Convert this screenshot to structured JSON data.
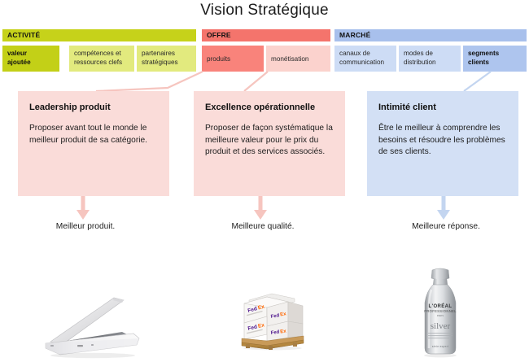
{
  "title": "Vision Stratégique",
  "colors": {
    "activity_header": "#c6d21a",
    "activity_strong": "#c3d017",
    "activity_light": "#e2ea7e",
    "offer_header": "#f4746c",
    "offer_strong": "#f9837b",
    "offer_light": "#fbd2cd",
    "market_header": "#a8c0ec",
    "market_light": "#cddcf5",
    "market_strong": "#aec5ee",
    "box_pink": "#fadcd9",
    "box_blue": "#d3e0f5",
    "arrow_pink": "#f6c5bf",
    "arrow_blue": "#c3d5f0"
  },
  "categories": [
    {
      "key": "activite",
      "header": "ACTIVITÉ",
      "cells": [
        {
          "label": "valeur\najoutée",
          "strong": true
        },
        {
          "label": "compétences et\nressources clefs",
          "strong": false
        },
        {
          "label": "partenaires\nstratégiques",
          "strong": false
        }
      ]
    },
    {
      "key": "offre",
      "header": "OFFRE",
      "cells": [
        {
          "label": "produits",
          "strong": false
        },
        {
          "label": "monétisation",
          "strong": false
        }
      ]
    },
    {
      "key": "marche",
      "header": "MARCHÉ",
      "cells": [
        {
          "label": "canaux de\ncommunication",
          "strong": false
        },
        {
          "label": "modes de\ndistribution",
          "strong": false
        },
        {
          "label": "segments\nclients",
          "strong": true
        }
      ]
    }
  ],
  "concepts": [
    {
      "key": "leadership-produit",
      "title": "Leadership produit",
      "body": "Proposer avant tout le monde le meilleur produit de sa catégorie.",
      "outcome": "Meilleur produit.",
      "image": "laptop-image"
    },
    {
      "key": "excellence-operationnelle",
      "title": "Excellence opérationnelle",
      "body": "Proposer de façon systématique la meilleure valeur pour le prix du produit et des services associés.",
      "outcome": "Meilleure qualité.",
      "image": "fedex-pallet-image"
    },
    {
      "key": "intimite-client",
      "title": "Intimité client",
      "body": "Être le meilleur à comprendre les besoins et résoudre les problèmes de ses clients.",
      "outcome": "Meilleure réponse.",
      "image": "loreal-bottle-image"
    }
  ]
}
